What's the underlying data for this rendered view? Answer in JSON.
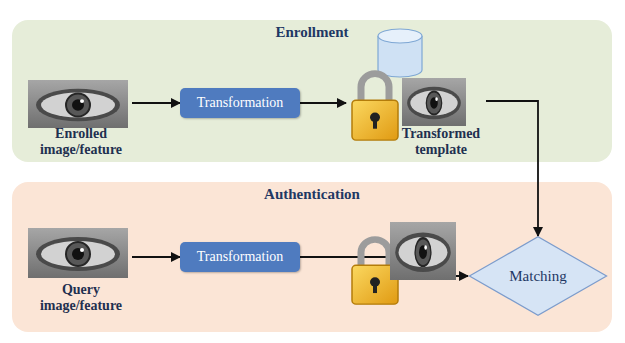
{
  "diagram": {
    "nodes": [
      {
        "text": [
          "Enrollment"
        ]
      },
      {
        "text": [
          "Enrolled image/feature"
        ],
        "in": 0
      },
      {
        "text": [
          "Transformation"
        ],
        "in": 0
      },
      {
        "text": [
          "Transformed template"
        ],
        "in": 0
      },
      {
        "text": [
          "Authentication"
        ]
      },
      {
        "text": [
          "Query image/feature"
        ],
        "in": 4
      },
      {
        "text": [
          "Transformation"
        ],
        "in": 4
      },
      {
        "text": [
          "Matching"
        ],
        "in": 4
      }
    ],
    "edges": [
      {
        "from": 1,
        "to": 2,
        "arrow": "to"
      },
      {
        "from": 2,
        "to": 3,
        "arrow": "to"
      },
      {
        "from": 3,
        "to": 7,
        "arrow": "to"
      },
      {
        "from": 5,
        "to": 6,
        "arrow": "to"
      },
      {
        "from": 6,
        "to": 7,
        "arrow": "to"
      }
    ]
  }
}
